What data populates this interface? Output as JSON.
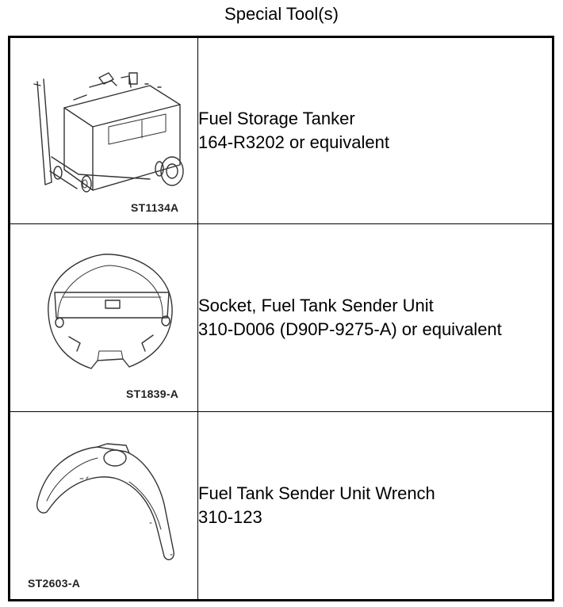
{
  "page": {
    "title": "Special Tool(s)"
  },
  "tools": [
    {
      "code": "ST1134A",
      "name": "Fuel Storage Tanker",
      "part": "164-R3202 or equivalent",
      "icon": "fuel-storage-tanker-icon"
    },
    {
      "code": "ST1839-A",
      "name": "Socket, Fuel Tank Sender Unit",
      "part": "310-D006 (D90P-9275-A) or equivalent",
      "icon": "sender-unit-socket-icon"
    },
    {
      "code": "ST2603-A",
      "name": "Fuel Tank Sender Unit Wrench",
      "part": "310-123",
      "icon": "sender-unit-wrench-icon"
    }
  ]
}
